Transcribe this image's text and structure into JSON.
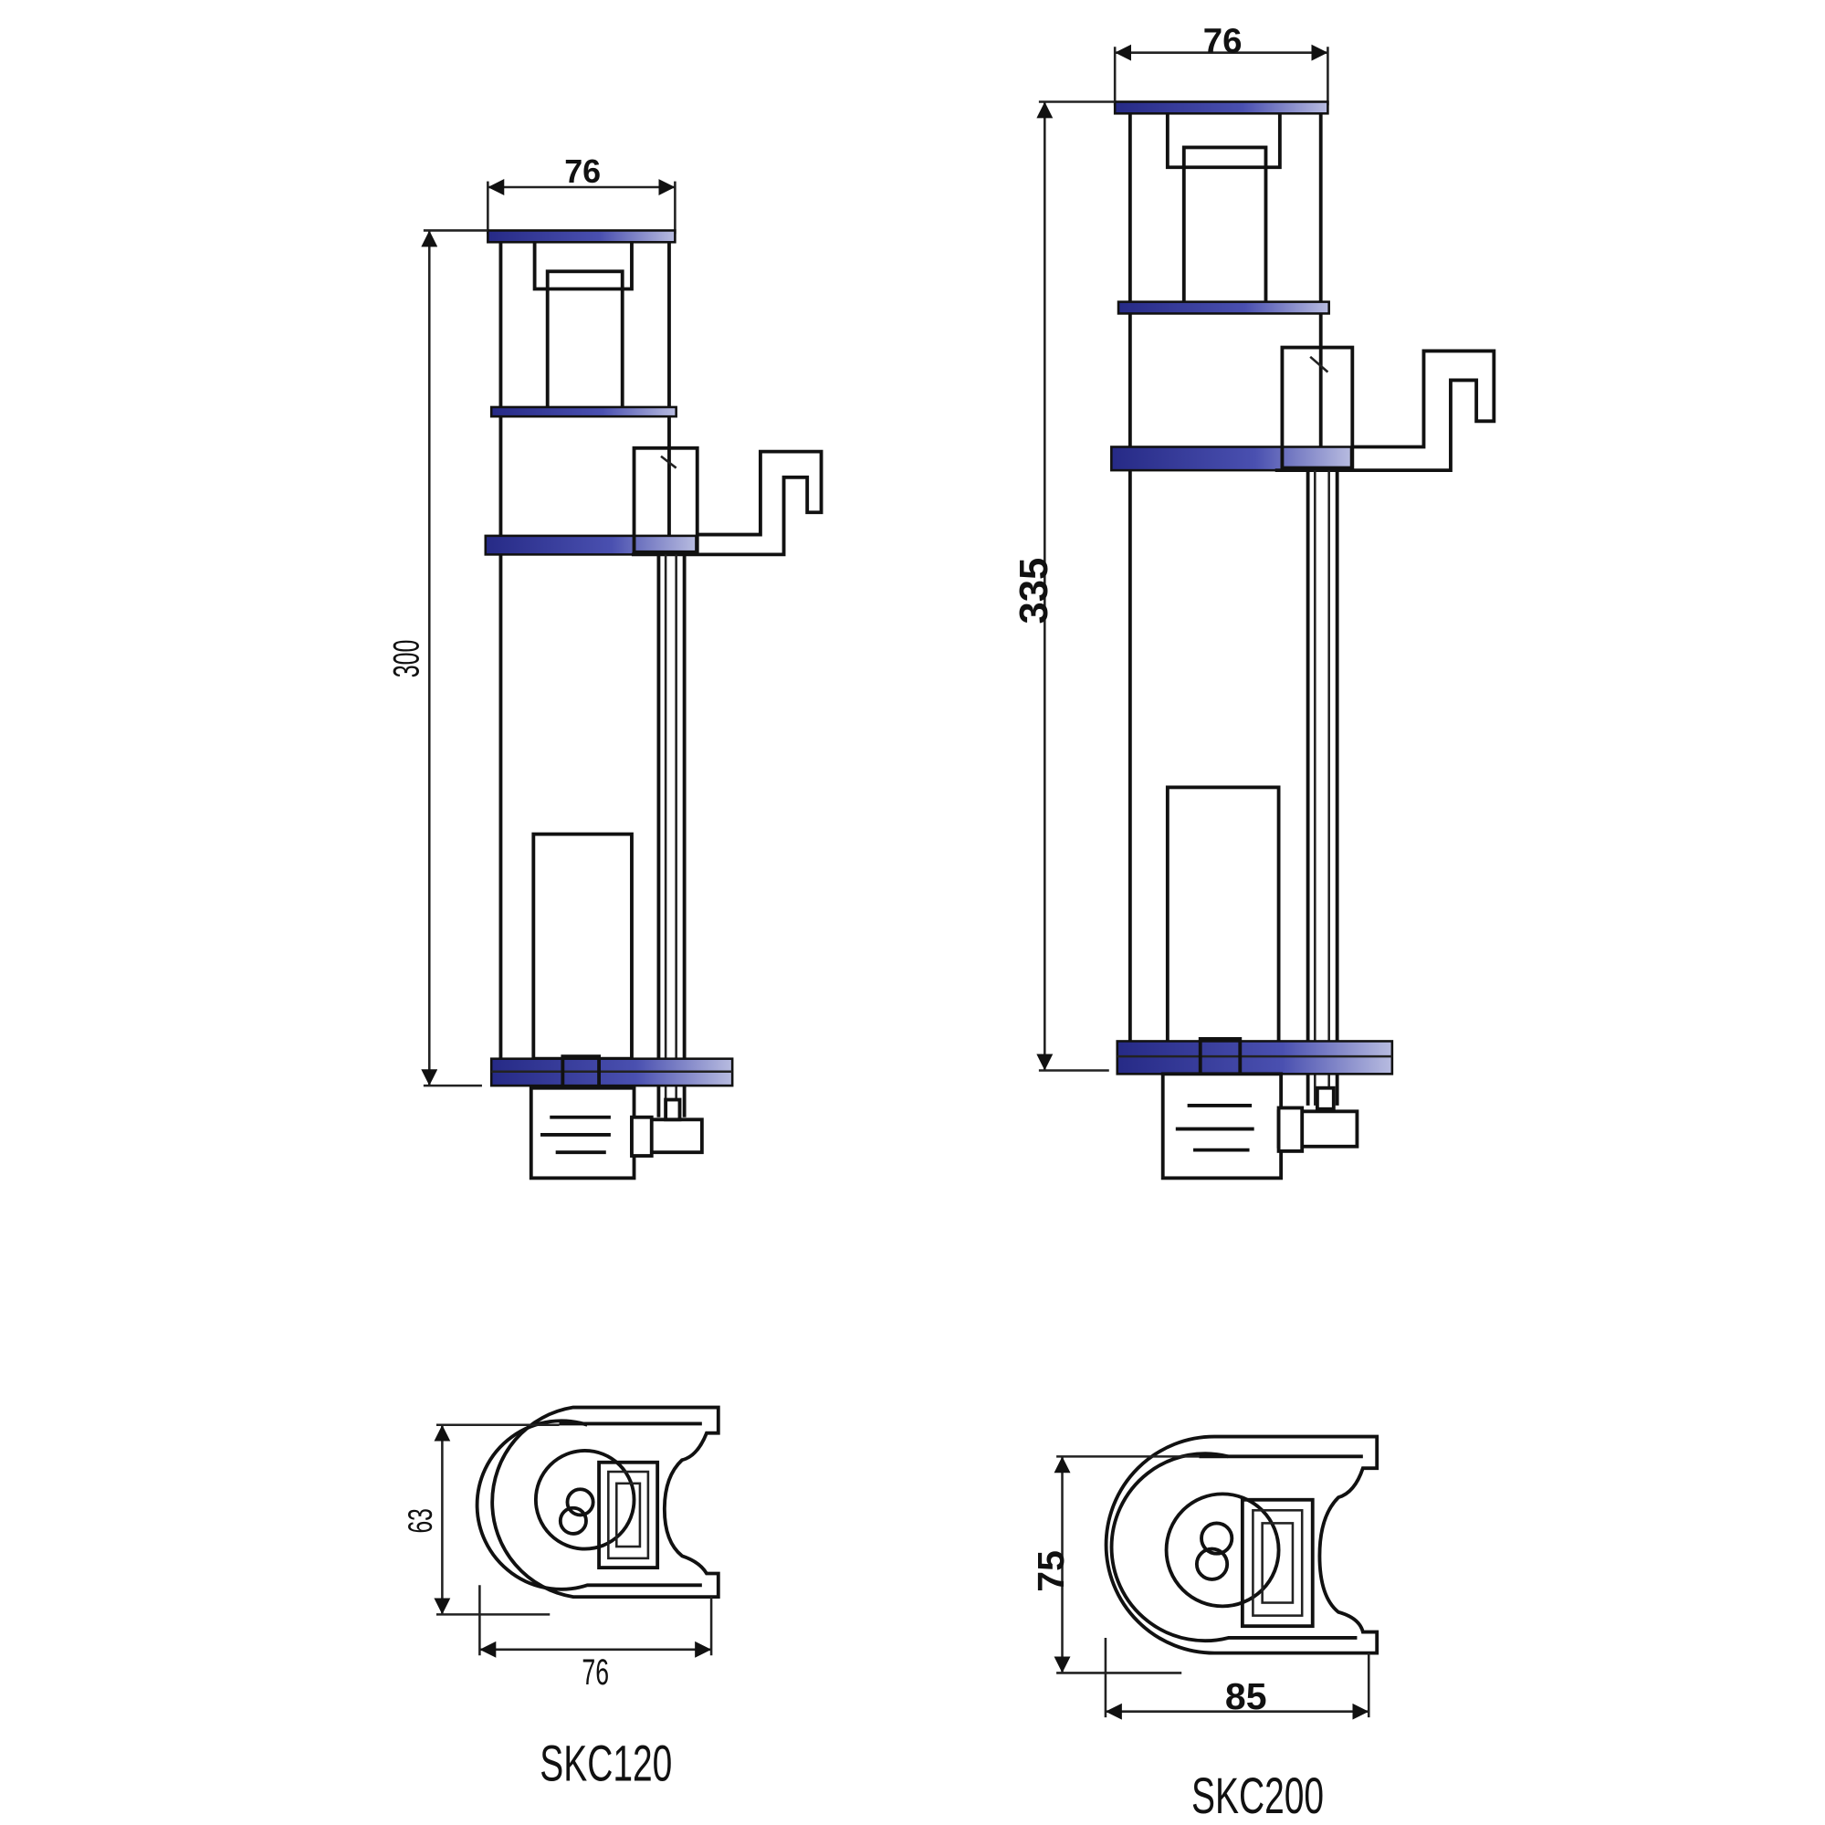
{
  "skc120": {
    "model": "SKC120",
    "side_width": "76",
    "height": "300",
    "top_depth": "63",
    "top_width": "76"
  },
  "skc200": {
    "model": "SKC200",
    "side_width": "76",
    "height": "335",
    "top_depth": "75",
    "top_width": "85"
  },
  "colors": {
    "accent_blue": "#2c3190",
    "line": "#111111"
  }
}
